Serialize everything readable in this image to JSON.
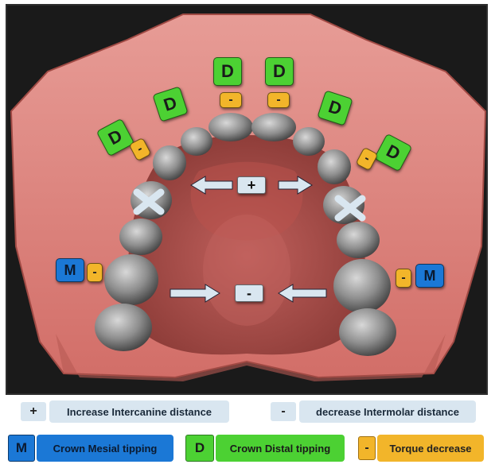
{
  "palate_labels": {
    "plus_symbol": "+",
    "minus_symbol": "-",
    "distal_letter": "D",
    "mesial_letter": "M",
    "torque_symbol": "-"
  },
  "legend": {
    "increase": {
      "symbol": "+",
      "label": "Increase Intercanine distance"
    },
    "decrease": {
      "symbol": "-",
      "label": "decrease Intermolar distance"
    },
    "mesial": {
      "symbol": "M",
      "label": "Crown Mesial tipping"
    },
    "distal": {
      "symbol": "D",
      "label": "Crown Distal tipping"
    },
    "torque": {
      "symbol": "-",
      "label": "Torque decrease"
    }
  },
  "colors": {
    "distal_green": "#4cd133",
    "mesial_blue": "#1b78d6",
    "torque_orange": "#f2b52a",
    "arrow_light_blue": "#d9e6f0",
    "gum_pink": "#e0857f",
    "teeth_grey": "#9a9a9a"
  }
}
